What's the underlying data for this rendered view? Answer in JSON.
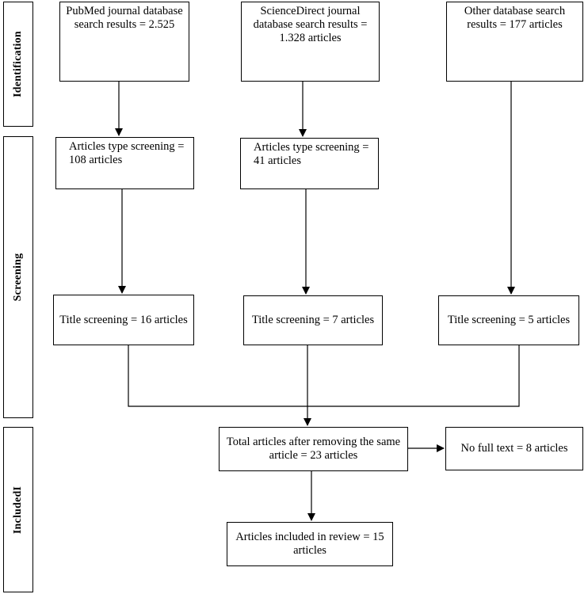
{
  "stages": {
    "identification": "Identification",
    "screening": "Screening",
    "included": "IncludedI"
  },
  "nodes": {
    "pubmed_search": "PubMed journal database search results = 2.525",
    "sciencedirect_search": "ScienceDirect journal database search results = 1.328 articles",
    "other_search": "Other database search results = 177 articles",
    "pubmed_type_screening": "Articles type screening = 108 articles",
    "sciencedirect_type_screening": "Articles type screening = 41 articles",
    "pubmed_title_screening": "Title screening = 16 articles",
    "sciencedirect_title_screening": "Title screening = 7 articles",
    "other_title_screening": "Title screening = 5 articles",
    "total_after_dedup": "Total articles after removing the same article = 23 articles",
    "no_full_text": "No full text = 8 articles",
    "included_in_review": "Articles included in review = 15 articles"
  }
}
